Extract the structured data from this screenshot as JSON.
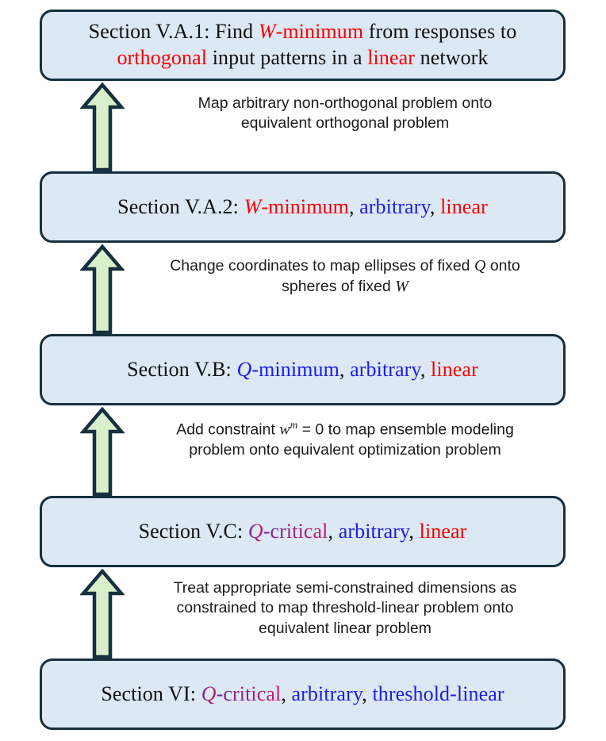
{
  "diagram": {
    "title": "Section hierarchy flow diagram",
    "colors": {
      "box_fill": "#dce8f3",
      "box_border": "#16303f",
      "arrow_fill": "#d9efcc",
      "arrow_border": "#16303f",
      "red": "#fa0000",
      "blue": "#1c1ce8",
      "gradient_start": "#6d2b90",
      "gradient_end": "#cc1b6e",
      "background": "#ffffff"
    },
    "nodes": [
      {
        "id": "node-1",
        "plain": "Section V.A.1: Find W-minimum from responses to orthogonal input patterns in a linear network",
        "line1": {
          "lead": "Section V.A.1: Find ",
          "math": "W",
          "emph1": "-minimum",
          "emph1_color": "red",
          "tail": " from responses to"
        },
        "line2": {
          "emph1": "orthogonal",
          "emph1_color": "red",
          "mid": " input patterns in a ",
          "emph2": "linear",
          "emph2_color": "red",
          "tail": " network"
        }
      },
      {
        "id": "node-2",
        "plain": "Section V.A.2: W-minimum, arbitrary, linear",
        "lead": "Section V.A.2: ",
        "math": "W",
        "term1": "-minimum",
        "term1_color": "red",
        "sep1": ", ",
        "term2": "arbitrary",
        "term2_color": "blue",
        "sep2": ", ",
        "term3": "linear",
        "term3_color": "red"
      },
      {
        "id": "node-3",
        "plain": "Section V.B: Q-minimum, arbitrary, linear",
        "lead": "Section V.B: ",
        "math": "Q",
        "term1": "-minimum",
        "term1_color": "blue",
        "sep1": ", ",
        "term2": "arbitrary",
        "term2_color": "blue",
        "sep2": ", ",
        "term3": "linear",
        "term3_color": "red"
      },
      {
        "id": "node-4",
        "plain": "Section V.C: Q-critical, arbitrary, linear",
        "lead": "Section V.C: ",
        "math": "Q",
        "term1": "-critical",
        "term1_color": "purple-magenta-gradient",
        "sep1": ", ",
        "term2": "arbitrary",
        "term2_color": "blue",
        "sep2": ", ",
        "term3": "linear",
        "term3_color": "red"
      },
      {
        "id": "node-5",
        "plain": "Section VI: Q-critical, arbitrary, threshold-linear",
        "lead": "Section VI: ",
        "math": "Q",
        "term1": "-critical",
        "term1_color": "purple-magenta-gradient",
        "sep1": ", ",
        "term2": "arbitrary",
        "term2_color": "blue",
        "sep2": ", ",
        "term3": "threshold-linear",
        "term3_color": "blue"
      }
    ],
    "edges": [
      {
        "id": "edge-1",
        "from": "node-2",
        "to": "node-1",
        "line1": "Map arbitrary non-orthogonal problem onto",
        "line2": "equivalent orthogonal problem",
        "line3": ""
      },
      {
        "id": "edge-2",
        "from": "node-3",
        "to": "node-2",
        "line1_pre": "Change coordinates to map ellipses of fixed ",
        "line1_math": "Q",
        "line1_post": " onto",
        "line2_pre": "spheres of fixed ",
        "line2_math": "W",
        "line2_post": ""
      },
      {
        "id": "edge-3",
        "from": "node-4",
        "to": "node-3",
        "line1_pre": "Add constraint ",
        "line1_math": "w",
        "line1_sup": "m",
        "line1_post": " = 0 to map ensemble modeling",
        "line2": "problem onto equivalent optimization problem"
      },
      {
        "id": "edge-4",
        "from": "node-5",
        "to": "node-4",
        "line1": "Treat appropriate semi-constrained dimensions as",
        "line2": "constrained to map threshold-linear problem onto",
        "line3": "equivalent linear problem"
      }
    ]
  }
}
